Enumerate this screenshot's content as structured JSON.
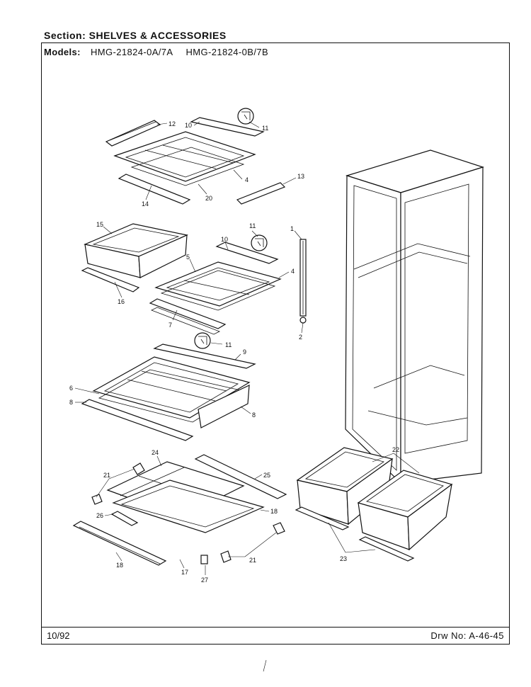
{
  "header": {
    "section_label": "Section:",
    "section_name": "SHELVES & ACCESSORIES",
    "models_label": "Models:",
    "models": [
      "HMG-21824-0A/7A",
      "HMG-21824-0B/7B"
    ]
  },
  "footer": {
    "date": "10/92",
    "drawing_label": "Drw No:",
    "drawing_number": "A-46-45"
  },
  "callouts": {
    "c12": "12",
    "c10a": "10",
    "c11a": "11",
    "c13": "13",
    "c4a": "4",
    "c20": "20",
    "c14": "14",
    "c15": "15",
    "c16": "16",
    "c10b": "10",
    "c11b": "11",
    "c5": "5",
    "c4b": "4",
    "c7": "7",
    "c1": "1",
    "c2": "2",
    "c11c": "11",
    "c9": "9",
    "c6": "6",
    "c8a": "8",
    "c8b": "8",
    "c24": "24",
    "c25": "25",
    "c21a": "21",
    "c21b": "21",
    "c26": "26",
    "c18a": "18",
    "c18b": "18",
    "c17": "17",
    "c27": "27",
    "c22": "22",
    "c23": "23"
  }
}
